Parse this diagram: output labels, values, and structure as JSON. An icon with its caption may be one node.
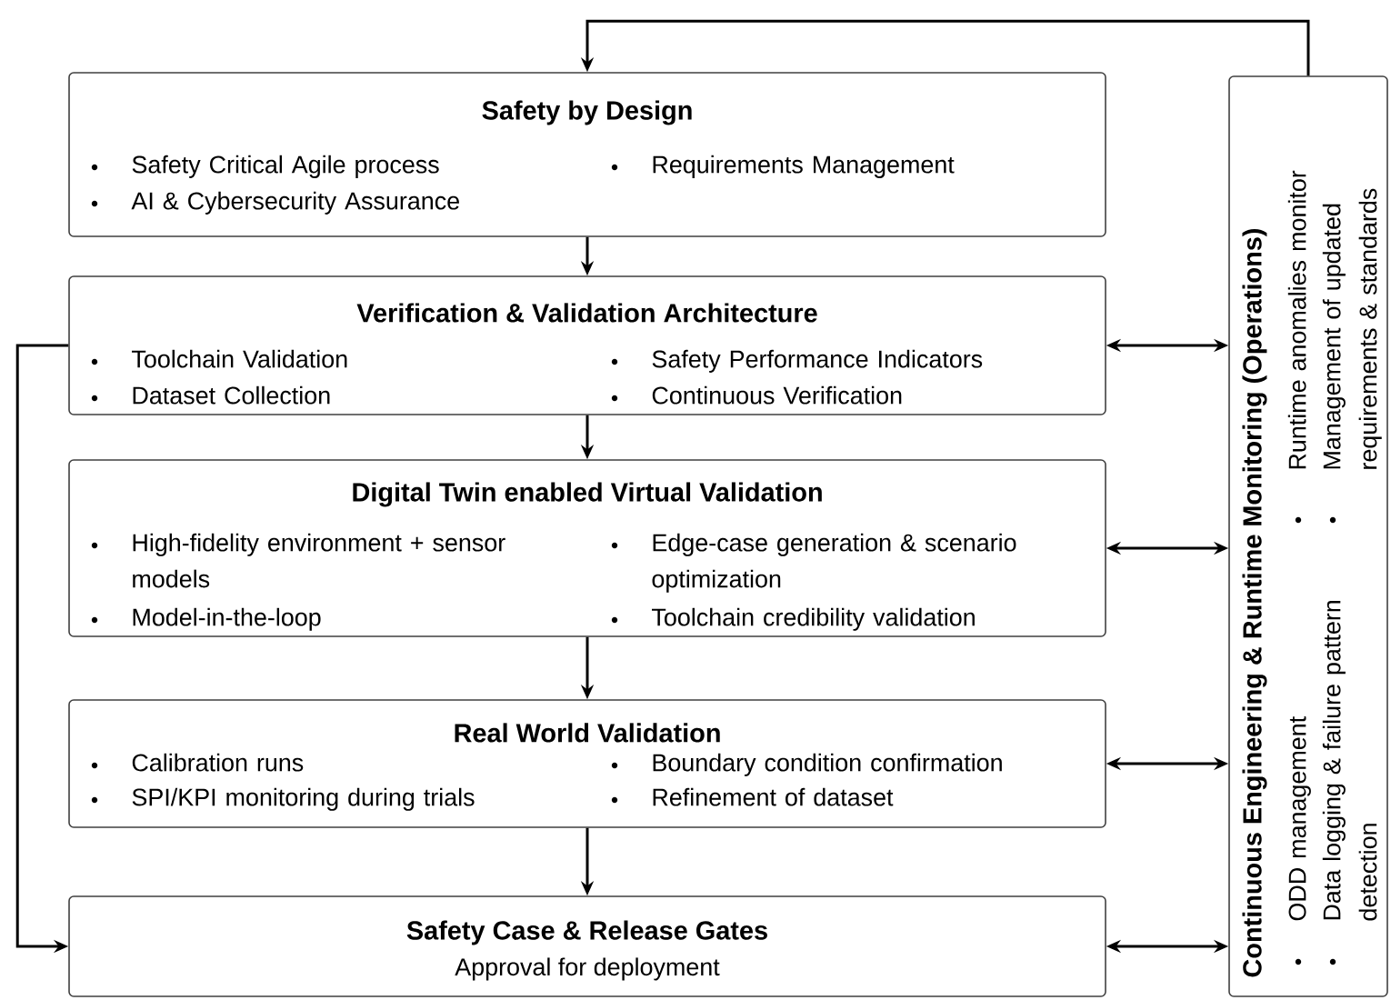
{
  "diagram": {
    "nodes": [
      {
        "text": [
          "Safety by Design",
          "Safety Critical Agile process",
          "Requirements Management",
          "AI & Cybersecurity Assurance"
        ]
      },
      {
        "text": [
          "Verification & Validation Architecture",
          "Toolchain Validation",
          "Safety Performance Indicators",
          "Dataset Collection",
          "Continuous Verification"
        ]
      },
      {
        "text": [
          "Digital Twin enabled Virtual Validation",
          "High-fidelity environment + sensor models",
          "Edge-case generation & scenario optimization",
          "Model-in-the-loop",
          "Toolchain credibility validation"
        ]
      },
      {
        "text": [
          "Real World Validation",
          "Calibration runs",
          "Boundary condition confirmation",
          "SPI/KPI monitoring during trials",
          "Refinement of dataset"
        ]
      },
      {
        "text": [
          "Safety Case & Release Gates",
          "Approval for deployment"
        ]
      },
      {
        "text": [
          "Continuous Engineering & Runtime Monitoring (Operations)",
          "ODD management",
          "Runtime anomalies monitor",
          "Data logging & failure pattern detection",
          "Management of updated requirements & standards"
        ]
      }
    ],
    "edges": [
      {
        "from": 0,
        "to": 1,
        "arrow": "to"
      },
      {
        "from": 1,
        "to": 2,
        "arrow": "to"
      },
      {
        "from": 2,
        "to": 3,
        "arrow": "to"
      },
      {
        "from": 3,
        "to": 4,
        "arrow": "to"
      },
      {
        "from": 1,
        "to": 4,
        "arrow": "to"
      },
      {
        "from": 5,
        "to": 0,
        "arrow": "to"
      },
      {
        "from": 1,
        "to": 5,
        "arrow": "both"
      },
      {
        "from": 2,
        "to": 5,
        "arrow": "both"
      },
      {
        "from": 3,
        "to": 5,
        "arrow": "both"
      },
      {
        "from": 4,
        "to": 5,
        "arrow": "both"
      }
    ]
  }
}
